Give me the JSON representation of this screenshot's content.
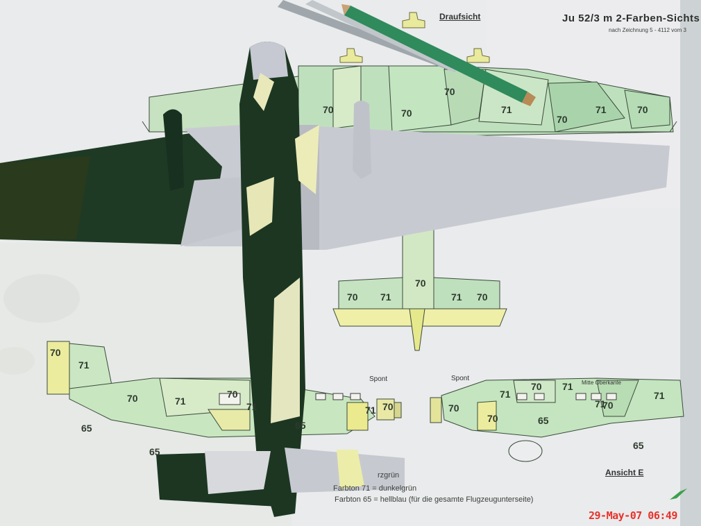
{
  "drawing": {
    "title": "Ju 52/3 m 2-Farben-Sichts",
    "subtitle": "nach Zeichnung 5 - 4112 vom 3",
    "view_top_label": "Draufsicht",
    "view_side_label": "Ansicht E",
    "spont_left": "Spont",
    "spont_right": "Spont",
    "mitte_label": "Mitte Oberkante",
    "legend": {
      "line1": "rzgrün",
      "line2": "Farbton 71 = dunkelgrün",
      "line3": "Farbton 65 = hellblau (für die gesamte Flugzeugunterseite)"
    },
    "markings": {
      "wing_left_70": "70",
      "wing_center_70": "70",
      "wing_center_71": "71",
      "wing_inner_70": "70",
      "wing_right_71": "71",
      "wing_right_70a": "70",
      "wing_right_70b": "70",
      "tail_70a": "70",
      "tail_71a": "71",
      "tail_70b": "70",
      "tail_71b": "71",
      "tail_70c": "70",
      "fin_70": "70",
      "fin_71": "71",
      "fus_left_70": "70",
      "fus_left_71": "71",
      "fus_left_70b": "70",
      "fus_left_71b": "71",
      "fus_left_65a": "65",
      "fus_left_65b": "65",
      "fus_mid_65": "65",
      "fus_mid_71": "71",
      "fus_mid_70": "70",
      "fus_right_70": "70",
      "fus_right_71": "71",
      "fus_right_70b": "70",
      "fus_right_70c": "70",
      "fus_right_71b": "71",
      "fus_right_71c": "71",
      "fus_right_70d": "70",
      "fus_right_71d": "71",
      "fus_right_65": "65",
      "fus_right_65b": "65"
    }
  },
  "camera": {
    "timestamp": "29-May-07 06:49"
  },
  "colors": {
    "paper": "#e9ebec",
    "dark_green": "#1f3a24",
    "light_green": "#b9dcb6",
    "pale_yellow": "#efefa8",
    "light_grey": "#c9cbd3",
    "timestamp_red": "#e8322a"
  }
}
